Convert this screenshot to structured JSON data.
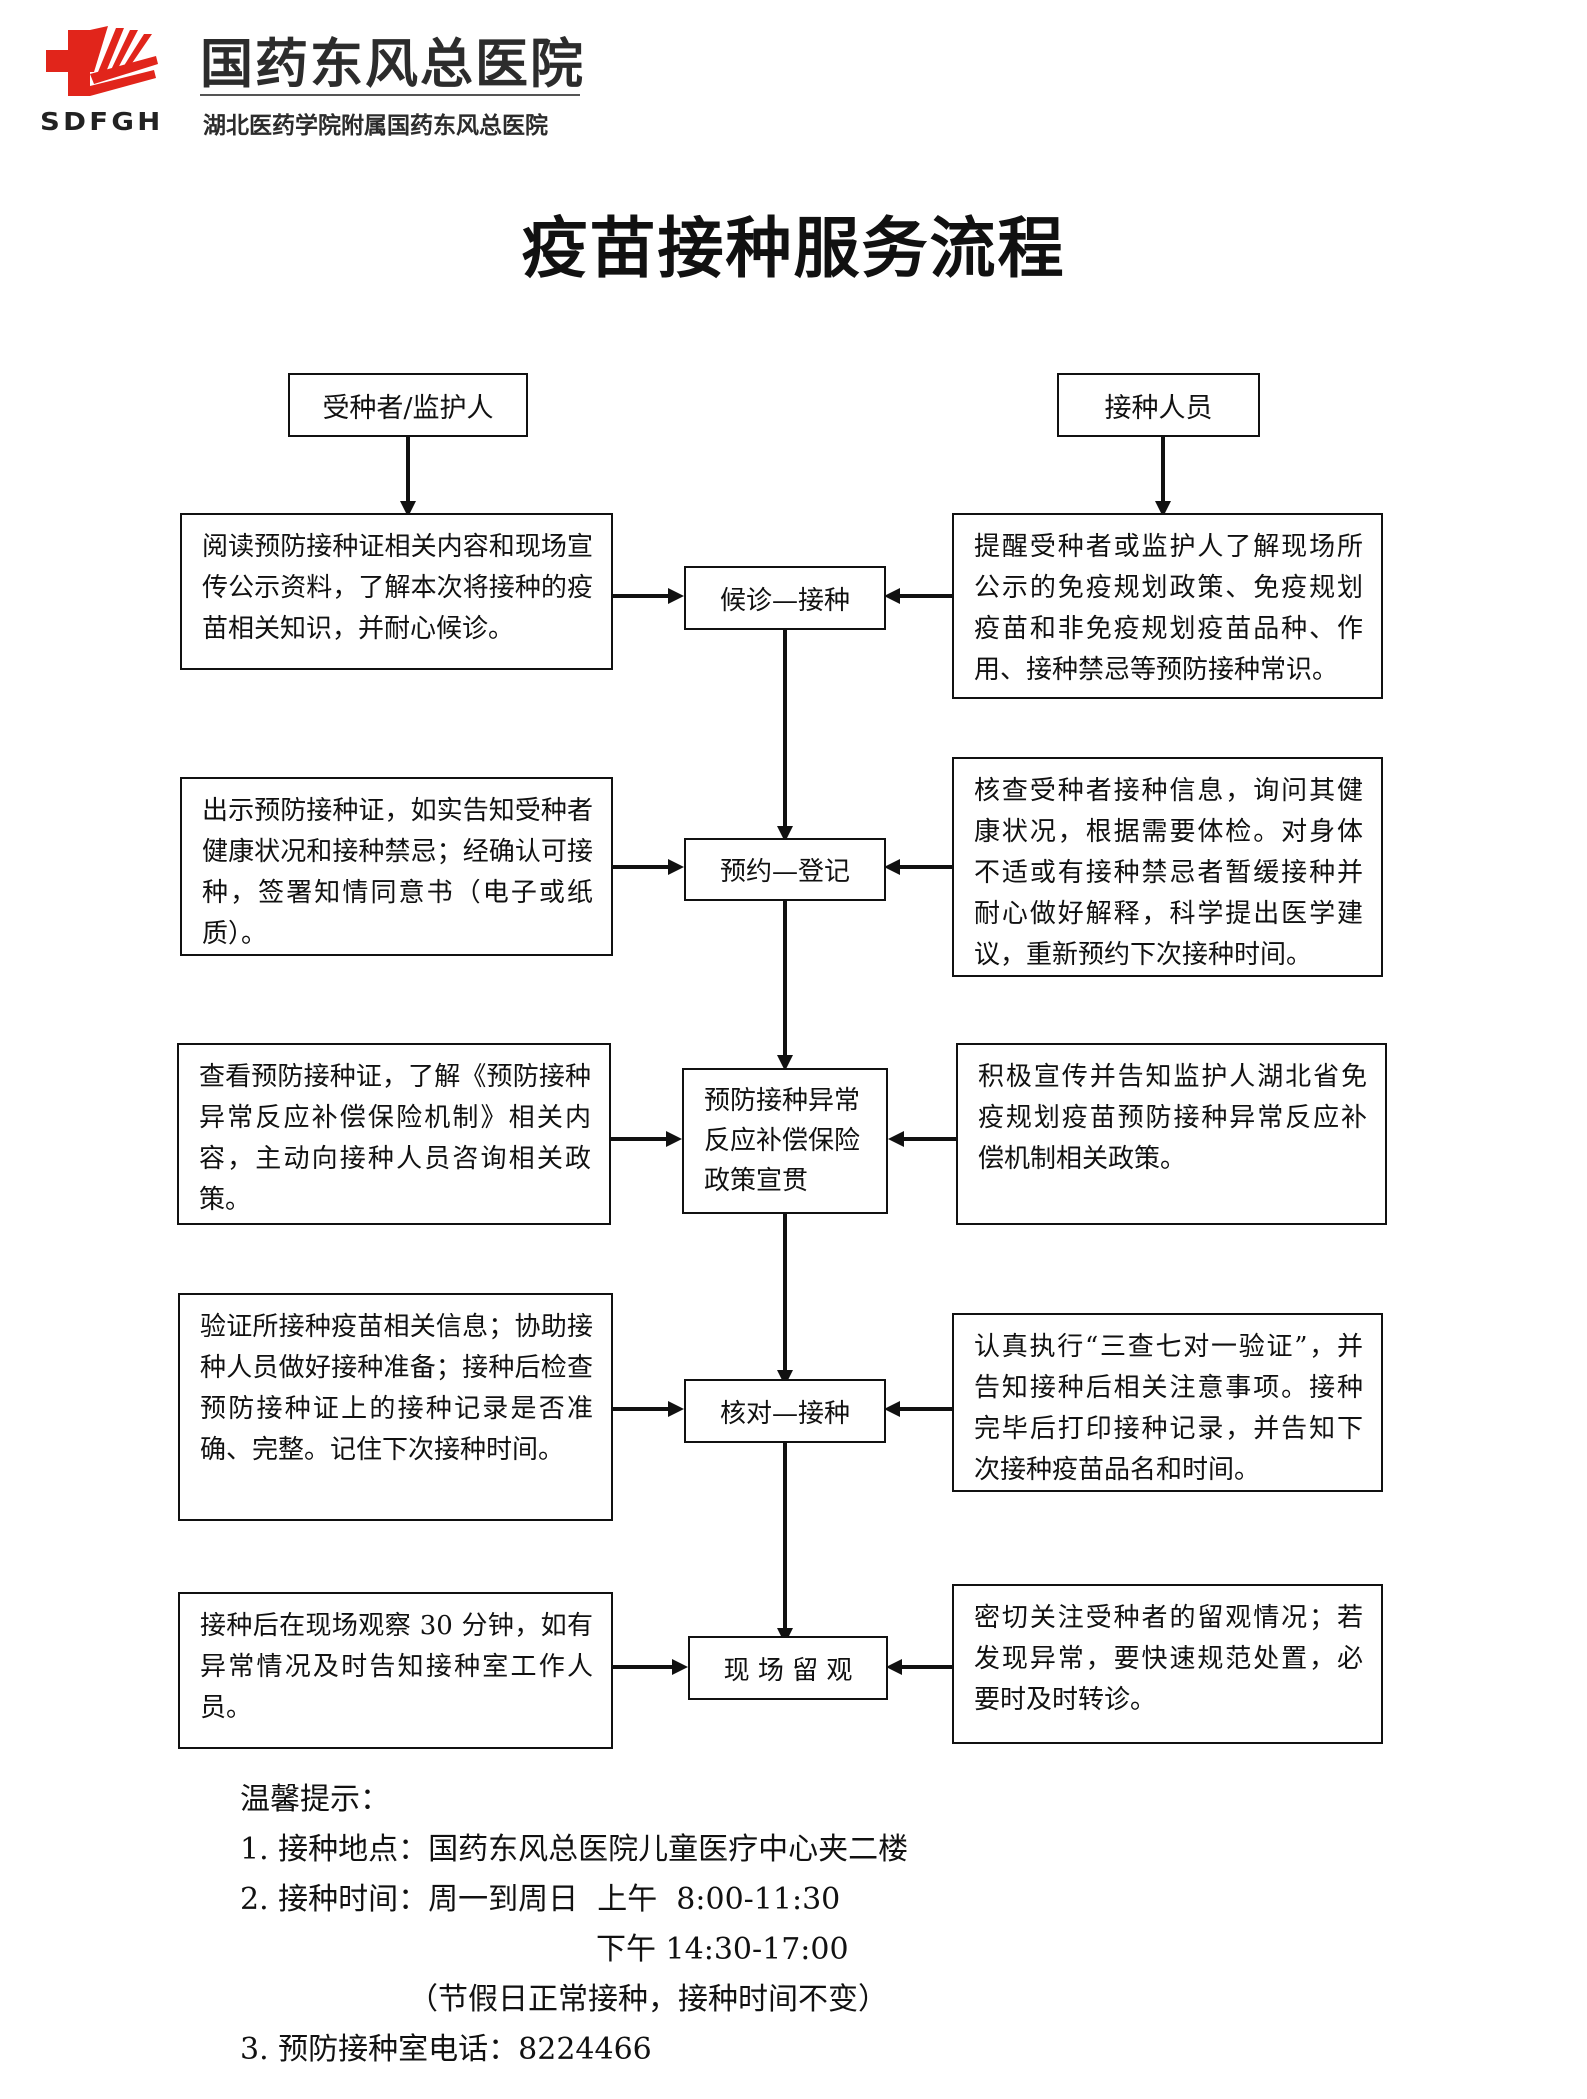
{
  "header": {
    "hospital_name": "国药东风总医院",
    "hospital_subtitle": "湖北医药学院附属国药东风总医院",
    "logo_abbr": "SDFGH"
  },
  "title": "疫苗接种服务流程",
  "roles": {
    "left": "受种者/监护人",
    "right": "接种人员"
  },
  "steps": [
    {
      "label": "候诊—接种",
      "left_text": "阅读预防接种证相关内容和现场宣传公示资料，了解本次将接种的疫苗相关知识，并耐心候诊。",
      "right_text": "提醒受种者或监护人了解现场所公示的免疫规划政策、免疫规划疫苗和非免疫规划疫苗品种、作用、接种禁忌等预防接种常识。"
    },
    {
      "label": "预约—登记",
      "left_text": "出示预防接种证，如实告知受种者健康状况和接种禁忌；经确认可接种，签署知情同意书（电子或纸质）。",
      "right_text": "核查受种者接种信息，询问其健康状况，根据需要体检。对身体不适或有接种禁忌者暂缓接种并耐心做好解释，科学提出医学建议，重新预约下次接种时间。"
    },
    {
      "label": "预防接种异常反应补偿保险政策宣贯",
      "left_text": "查看预防接种证，了解《预防接种异常反应补偿保险机制》相关内容，主动向接种人员咨询相关政策。",
      "right_text": "积极宣传并告知监护人湖北省免疫规划疫苗预防接种异常反应补偿机制相关政策。"
    },
    {
      "label": "核对—接种",
      "left_text": "验证所接种疫苗相关信息；协助接种人员做好接种准备；接种后检查预防接种证上的接种记录是否准确、完整。记住下次接种时间。",
      "right_text": "认真执行“三查七对一验证”，并告知接种后相关注意事项。接种完毕后打印接种记录，并告知下次接种疫苗品名和时间。"
    },
    {
      "label": "现 场 留 观",
      "left_text": "接种后在现场观察 30 分钟，如有异常情况及时告知接种室工作人员。",
      "right_text": "密切关注受种者的留观情况；若发现异常，要快速规范处置，必要时及时转诊。"
    }
  ],
  "tips": {
    "heading": "温馨提示：",
    "location": "1. 接种地点：国药东风总医院儿童医疗中心夹二楼",
    "time_am": "2. 接种时间：周一到周日  上午  8:00-11:30",
    "time_pm": "下午 14:30-17:00",
    "holiday": "（节假日正常接种，接种时间不变）",
    "phone": "3. 预防接种室电话：8224466"
  },
  "colors": {
    "logo_red": "#e1251b",
    "line": "#111111"
  }
}
